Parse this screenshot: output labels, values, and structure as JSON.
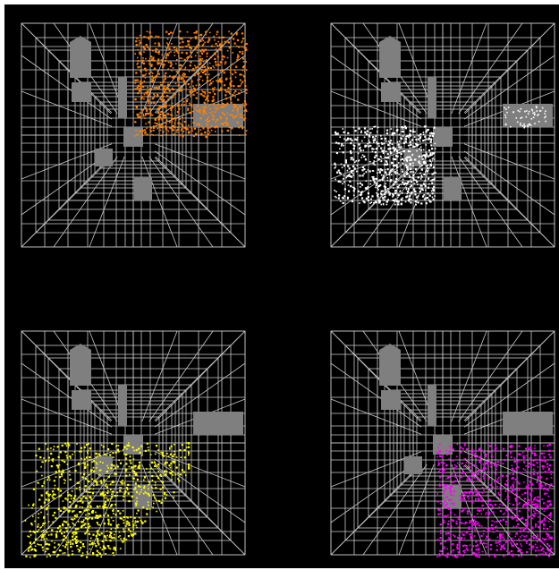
{
  "colors": {
    "background": "#000000",
    "frame": "#ffffff",
    "grid_line": "#c8c8c8",
    "block": "#7f7f7f"
  },
  "panels": [
    {
      "id": "top-left",
      "particle_color": "#ff8000",
      "particle_region": "upper-right-of-center"
    },
    {
      "id": "top-right",
      "particle_color": "#ffffff",
      "particle_region": "center-left"
    },
    {
      "id": "bottom-left",
      "particle_color": "#ffff00",
      "particle_region": "lower-left"
    },
    {
      "id": "bottom-right",
      "particle_color": "#ff00ff",
      "particle_region": "lower-right-of-center"
    }
  ]
}
